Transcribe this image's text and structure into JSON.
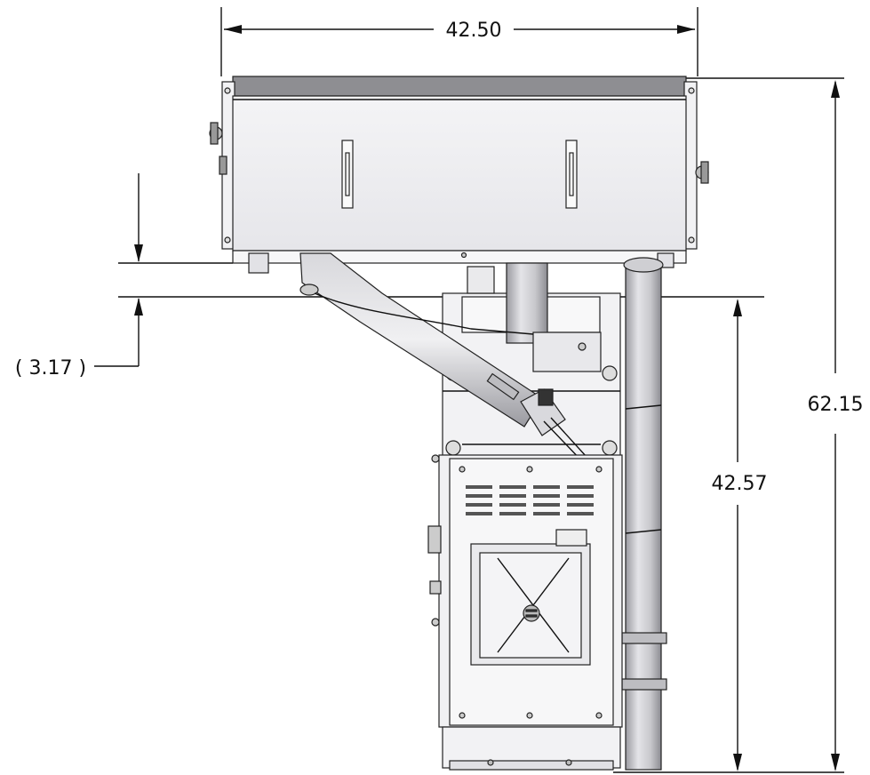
{
  "dimensions": {
    "width": "42.50",
    "total_height": "62.15",
    "lower_height": "42.57",
    "offset": "( 3.17 )"
  }
}
